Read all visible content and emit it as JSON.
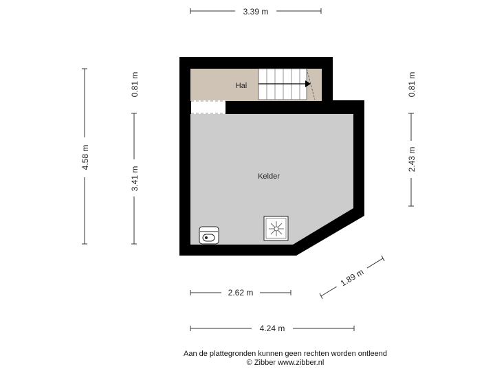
{
  "rooms": {
    "hal": "Hal",
    "kelder": "Kelder"
  },
  "dimensions": {
    "top_width": "3.39 m",
    "left_total_height": "4.58 m",
    "left_upper_height": "0.81 m",
    "left_lower_height": "3.41 m",
    "right_upper_height": "0.81 m",
    "right_lower_height": "2.43 m",
    "bottom_inner_width": "2.62 m",
    "diagonal_length": "1.89 m",
    "bottom_total_width": "4.24 m"
  },
  "footer": {
    "disclaimer": "Aan de plattegronden kunnen geen rechten worden ontleend",
    "copyright": "© Zibber www.zibber.nl"
  },
  "colors": {
    "wall": "#000000",
    "hal_floor": "#cfc3b6",
    "kelder_floor": "#cccccc"
  },
  "icons": {
    "stairs": "stairs-icon",
    "boiler": "boiler-icon",
    "meter": "meter-cabinet-icon"
  }
}
